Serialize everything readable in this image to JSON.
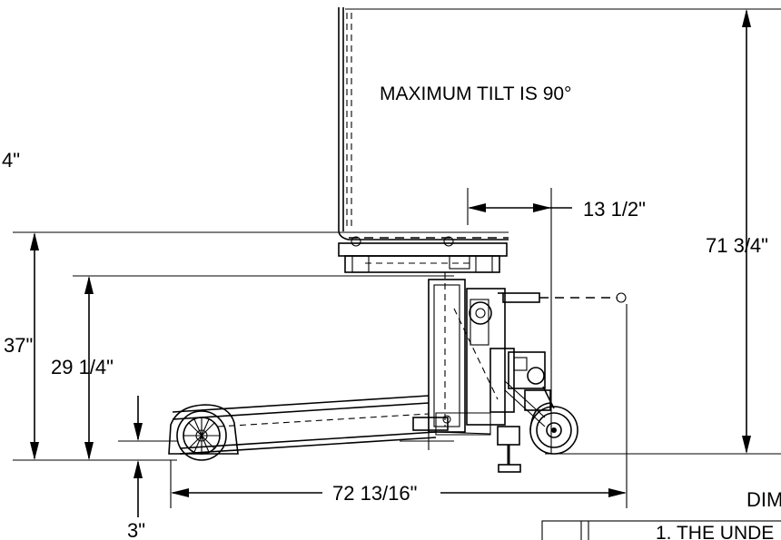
{
  "note": "MAXIMUM TILT IS 90°",
  "dimensions": {
    "left_partial": "4\"",
    "overall_height": "71 3/4\"",
    "reach": "13 1/2\"",
    "height_37": "37\"",
    "height_29": "29 1/4\"",
    "ground_clearance": "3\"",
    "overall_length": "72 13/16\""
  },
  "title_block": {
    "heading_partial": "DIM",
    "row_text_partial": "1. THE UNDE"
  }
}
